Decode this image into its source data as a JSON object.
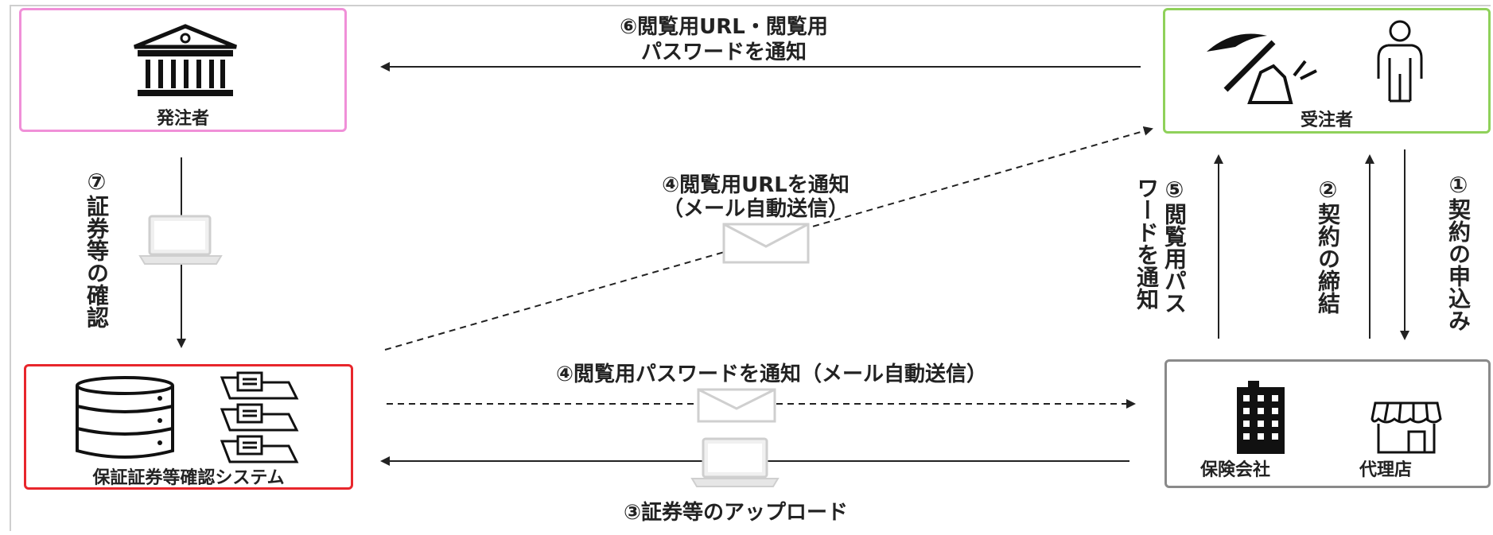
{
  "nodes": {
    "orderer": {
      "label": "発注者",
      "border_color": "#f090d8"
    },
    "contractor": {
      "label": "受注者",
      "border_color": "#8fd15a"
    },
    "system": {
      "label": "保証証券等確認システム",
      "border_color": "#e8262c"
    },
    "insurer": {
      "label_company": "保険会社",
      "label_agency": "代理店",
      "border_color": "#8a8a8a"
    }
  },
  "steps": {
    "s1": {
      "num": "①",
      "text": "契約の申込み"
    },
    "s2": {
      "num": "②",
      "text": "契約の締結"
    },
    "s3": {
      "text": "③証券等のアップロード"
    },
    "s4_url": {
      "line1": "④閲覧用URLを通知",
      "line2": "（メール自動送信）"
    },
    "s4_pw": {
      "text": "④閲覧用パスワードを通知（メール自動送信）"
    },
    "s5": {
      "num": "⑤",
      "line1": "閲覧用パス",
      "line2": "ワードを通知"
    },
    "s6": {
      "line1": "⑥閲覧用URL・閲覧用",
      "line2": "パスワードを通知"
    },
    "s7": {
      "num": "⑦",
      "text": "証券等の確認"
    }
  }
}
